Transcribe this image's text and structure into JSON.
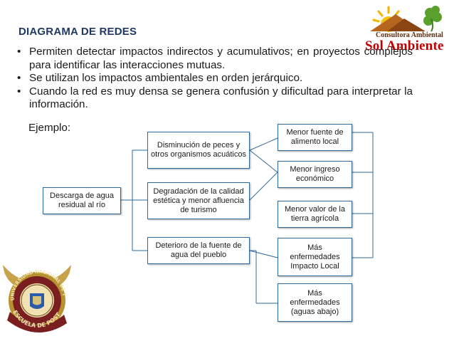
{
  "title": "DIAGRAMA DE REDES",
  "logo": {
    "line1": "Consultora Ambiental",
    "line2": "Sol Ambiente"
  },
  "bullets": [
    "Permiten detectar impactos indirectos y acumulativos; en proyectos complejos para identificar las interacciones mutuas.",
    "Se utilizan los impactos ambientales en orden jerárquico.",
    "Cuando la red es muy densa se genera confusión y dificultad para interpretar la información."
  ],
  "ejemplo": "Ejemplo:",
  "diagram": {
    "root": "Descarga de agua residual al río",
    "mid": [
      "Disminución de peces y otros organismos acuáticos",
      "Degradación de la calidad estética y menor afluencia de turismo",
      "Deterioro de la fuente de agua del pueblo"
    ],
    "right": [
      "Menor fuente de alimento local",
      "Menor ingreso económico",
      "Menor valor de la tierra agrícola",
      "Más enfermedades Impacto Local",
      "Más enfermedades (aguas abajo)"
    ]
  },
  "seal": {
    "ring_top": "UNIVERSIDAD NACIONAL DE TRUJILLO",
    "ring_bottom": "ESCUELA DE POSTGRADO"
  },
  "colors": {
    "title": "#1f3864",
    "box_border": "#2f6a9e",
    "line": "#2f6a9e",
    "logo_red": "#c00000"
  }
}
